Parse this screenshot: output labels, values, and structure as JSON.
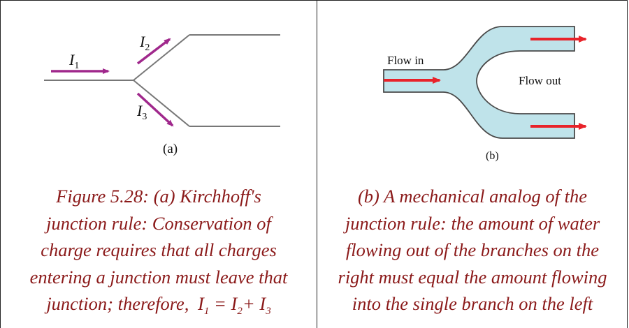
{
  "panel_a": {
    "current_in": {
      "symbol": "I",
      "subscript": "1"
    },
    "current_up": {
      "symbol": "I",
      "subscript": "2"
    },
    "current_down": {
      "symbol": "I",
      "subscript": "3"
    },
    "figure_label": "(a)",
    "caption_lines": [
      "Figure 5.28: (a) Kirchhoff's",
      "junction rule: Conservation of",
      "charge requires that all charges",
      "entering a junction must leave that"
    ],
    "caption_last_prefix": "junction; therefore,",
    "equation": {
      "lhs": "I",
      "lhs_sub": "1",
      "eq": "=",
      "t1": "I",
      "t1_sub": "2",
      "plus": "+",
      "t2": "I",
      "t2_sub": "3"
    }
  },
  "panel_b": {
    "flow_in_label": "Flow in",
    "flow_out_label": "Flow out",
    "figure_label": "(b)",
    "caption_lines": [
      "(b) A mechanical analog of the",
      "junction rule: the amount of water",
      "flowing out of the branches on the",
      "right must equal the amount flowing",
      "into the single branch on the left"
    ]
  },
  "colors": {
    "arrow_current": "#a0288c",
    "arrow_flow": "#e8232a",
    "pipe_fill": "#bfe3ea",
    "pipe_stroke": "#4a4a4a",
    "caption_text": "#8b1a1a"
  }
}
